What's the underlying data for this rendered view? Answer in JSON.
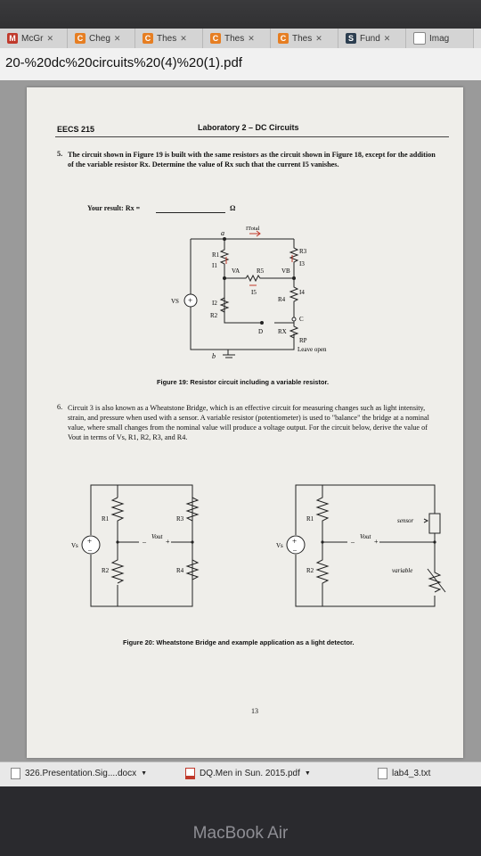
{
  "browser": {
    "tabs": [
      {
        "icon": "M",
        "label": "McGr",
        "color": "#c0392b"
      },
      {
        "icon": "C",
        "label": "Cheg",
        "color": "#e67e22"
      },
      {
        "icon": "C",
        "label": "Thes",
        "color": "#e67e22"
      },
      {
        "icon": "C",
        "label": "Thes",
        "color": "#e67e22"
      },
      {
        "icon": "C",
        "label": "Thes",
        "color": "#e67e22"
      },
      {
        "icon": "S",
        "label": "Fund",
        "color": "#2c3e50"
      },
      {
        "icon": "",
        "label": "Imag",
        "color": "#ffffff"
      }
    ],
    "url": "20-%20dc%20circuits%20(4)%20(1).pdf"
  },
  "doc": {
    "course": "EECS 215",
    "lab_title": "Laboratory 2 – DC Circuits",
    "q5_number": "5.",
    "q5_text": "The circuit shown in Figure 19 is built with the same resistors as the circuit shown in Figure 18, except for the addition of the variable resistor Rx. Determine the value of Rx such that the current I5 vanishes.",
    "result_label": "Your result: Rx =",
    "result_unit": "Ω",
    "fig19_caption": "Figure 19: Resistor circuit including a variable resistor.",
    "fig19_labels": {
      "a": "a",
      "b": "b",
      "itotal": "ITotal",
      "r1": "R1",
      "r2": "R2",
      "r3": "R3",
      "r4": "R4",
      "r5": "R5",
      "rx": "RX",
      "rp": "RP",
      "va": "VA",
      "vb": "VB",
      "i1": "I1",
      "i2": "I2",
      "i3": "I3",
      "i4": "I4",
      "i5": "I5",
      "vs": "VS",
      "c": "C",
      "d": "D",
      "leave_open": "Leave open"
    },
    "q6_number": "6.",
    "q6_text": "Circuit 3 is also known as a Wheatstone Bridge, which is an effective circuit for measuring changes such as light intensity, strain, and pressure when used with a sensor. A variable resistor (potentiometer) is used to \"balance\" the bridge at a nominal value, where small changes from the nominal value will produce a voltage output. For the circuit below, derive the value of Vout in terms of Vs, R1, R2, R3, and R4.",
    "fig20_left": {
      "r1": "R1",
      "r2": "R2",
      "r3": "R3",
      "r4": "R4",
      "vout": "Vout",
      "vs": "Vs",
      "minus": "–",
      "plus": "+"
    },
    "fig20_right": {
      "r1": "R1",
      "r2": "R2",
      "sensor": "sensor",
      "variable": "variable",
      "vout": "Vout",
      "vs": "Vs",
      "minus": "–",
      "plus": "+"
    },
    "fig20_caption": "Figure 20: Wheatstone Bridge and example application as a light detector.",
    "page_number": "13"
  },
  "downloads": [
    {
      "name": "326.Presentation.Sig....docx"
    },
    {
      "name": "DQ.Men in Sun. 2015.pdf"
    },
    {
      "name": "lab4_3.txt"
    }
  ],
  "device": {
    "brand": "MacBook Air"
  }
}
